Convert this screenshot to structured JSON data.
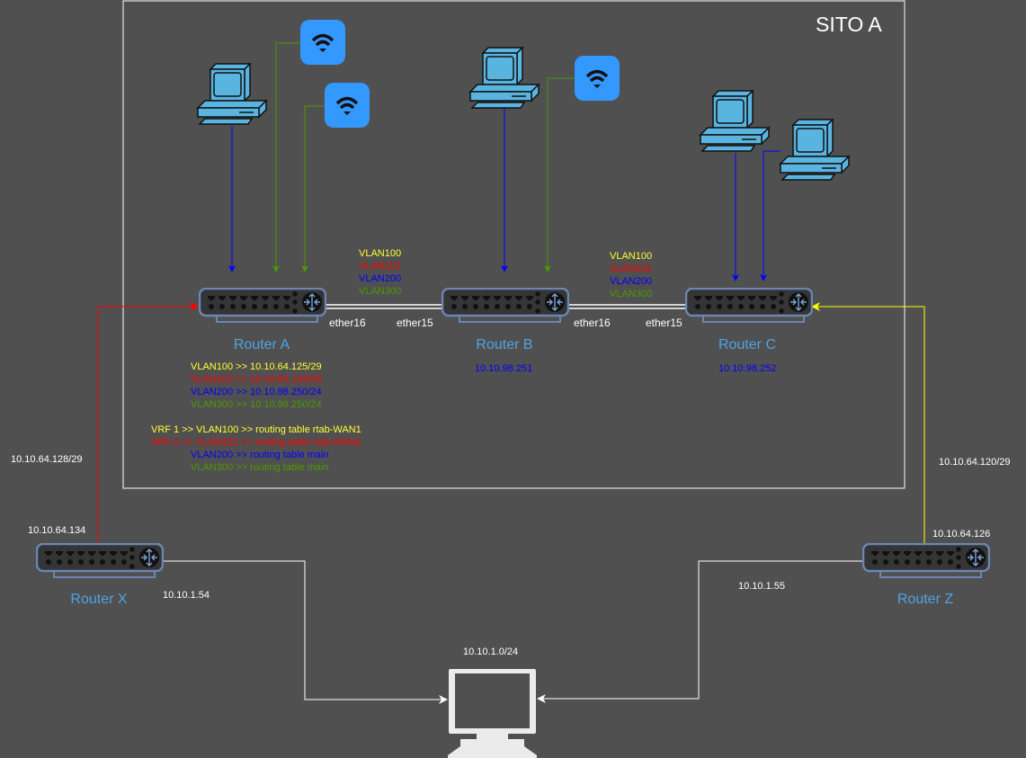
{
  "site": {
    "title": "SITO A"
  },
  "colors": {
    "background": "#505050",
    "vlan100": "#ffff33",
    "vlan101": "#ff0000",
    "vlan200": "#0000ff",
    "vlan300": "#4d9900",
    "router_label": "#4da3e6",
    "wifi": "#3399ff"
  },
  "routers": {
    "a": {
      "name": "Router A"
    },
    "b": {
      "name": "Router B",
      "ip": "10.10.98.251"
    },
    "c": {
      "name": "Router C",
      "ip": "10.10.98.252"
    },
    "x": {
      "name": "Router X",
      "wan_ip": "10.10.64.134",
      "lan_ip": "10.10.1.54",
      "subnet": "10.10.64.128/29"
    },
    "z": {
      "name": "Router Z",
      "wan_ip": "10.10.64.126",
      "lan_ip": "10.10.1.55",
      "subnet": "10.10.64.120/29"
    }
  },
  "trunk_ab": {
    "vlans": [
      "VLAN100",
      "VLAN101",
      "VLAN200",
      "VLAN300"
    ],
    "port_a": "ether16",
    "port_b": "ether15"
  },
  "trunk_bc": {
    "vlans": [
      "VLAN100",
      "VLAN101",
      "VLAN200",
      "VLAN300"
    ],
    "port_b": "ether16",
    "port_c": "ether15"
  },
  "router_a_vlans": [
    "VLAN100 >> 10.10.64.125/29",
    "VLAN101 >> 10.10.64.134/29",
    "VLAN200 >> 10.10.98.250/24",
    "VLAN300 >> 10.10.99.250/24"
  ],
  "router_a_vrf": [
    "VRF 1 >> VLAN100 >> routing table rtab-WAN1",
    "VRF 2 >> VLAN101 >> routing table rtab-WAN2",
    "VLAN200 >> routing table main",
    "VLAN300 >> routing table main"
  ],
  "internet": {
    "subnet": "10.10.1.0/24"
  }
}
